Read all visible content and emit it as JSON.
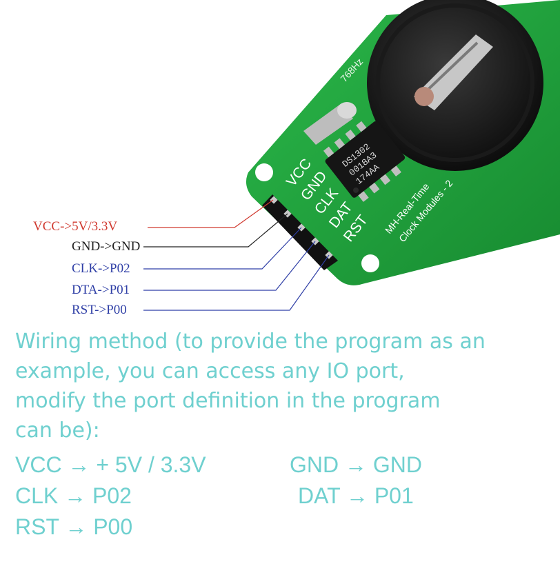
{
  "board": {
    "chip_text": [
      "DS1302",
      "0018A3",
      "174AA"
    ],
    "silk_pins": [
      "VCC",
      "GND",
      "CLK",
      "DAT",
      "RST"
    ],
    "silk_title": [
      "MH-Real-Time",
      "Clock Modules - 2"
    ],
    "crystal_text": "768Hz"
  },
  "wiring_labels": [
    {
      "text": "VCC->5V/3.3V",
      "color": "#d0392f"
    },
    {
      "text": "GND->GND",
      "color": "#222222"
    },
    {
      "text": "CLK->P02",
      "color": "#2f3fa6"
    },
    {
      "text": "DTA->P01",
      "color": "#2f3fa6"
    },
    {
      "text": "RST->P00",
      "color": "#2f3fa6"
    }
  ],
  "description": {
    "lines": [
      "Wiring method (to provide the program as an",
      "example, you can access any IO port,",
      "modify the port definition in the program",
      " can be):"
    ],
    "mapping": [
      [
        "VCC → + 5V / 3.3V",
        "GND → GND"
      ],
      [
        "CLK → P02",
        "DAT → P01"
      ],
      [
        "RST → P00"
      ]
    ]
  },
  "colors": {
    "pcb_green": "#1fa03a",
    "text_cyan": "#6fd0cf"
  }
}
